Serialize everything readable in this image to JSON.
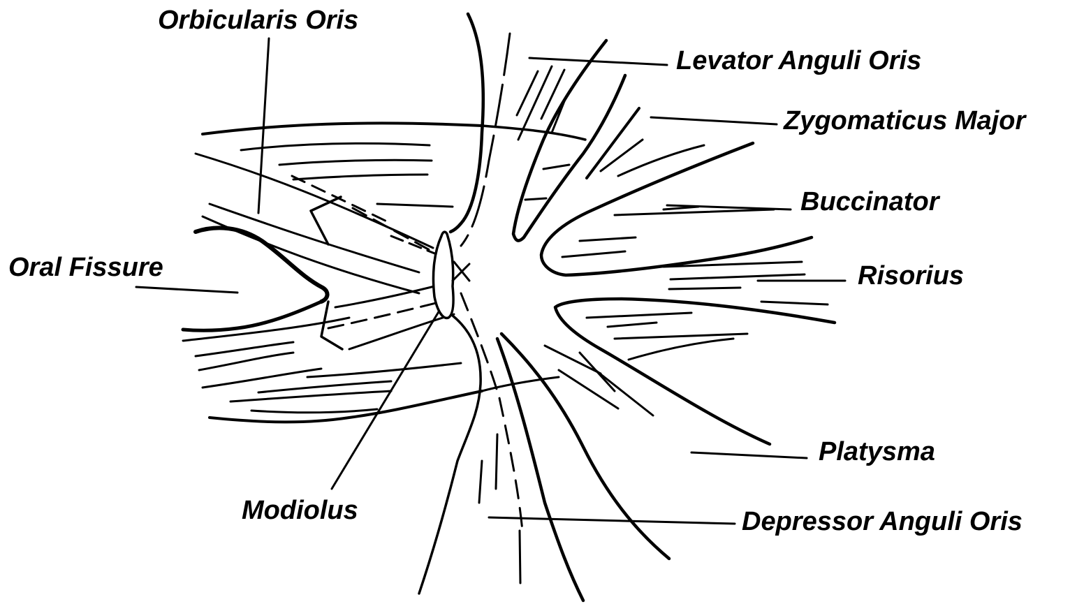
{
  "diagram": {
    "labels": {
      "orbicularis_oris": "Orbicularis Oris",
      "levator_anguli_oris": "Levator Anguli Oris",
      "zygomaticus_major": "Zygomaticus Major",
      "buccinator": "Buccinator",
      "oral_fissure": "Oral Fissure",
      "risorius": "Risorius",
      "platysma": "Platysma",
      "modiolus": "Modiolus",
      "depressor_anguli_oris": "Depressor Anguli Oris"
    },
    "colors": {
      "ink": "#000000",
      "background": "#ffffff"
    }
  }
}
